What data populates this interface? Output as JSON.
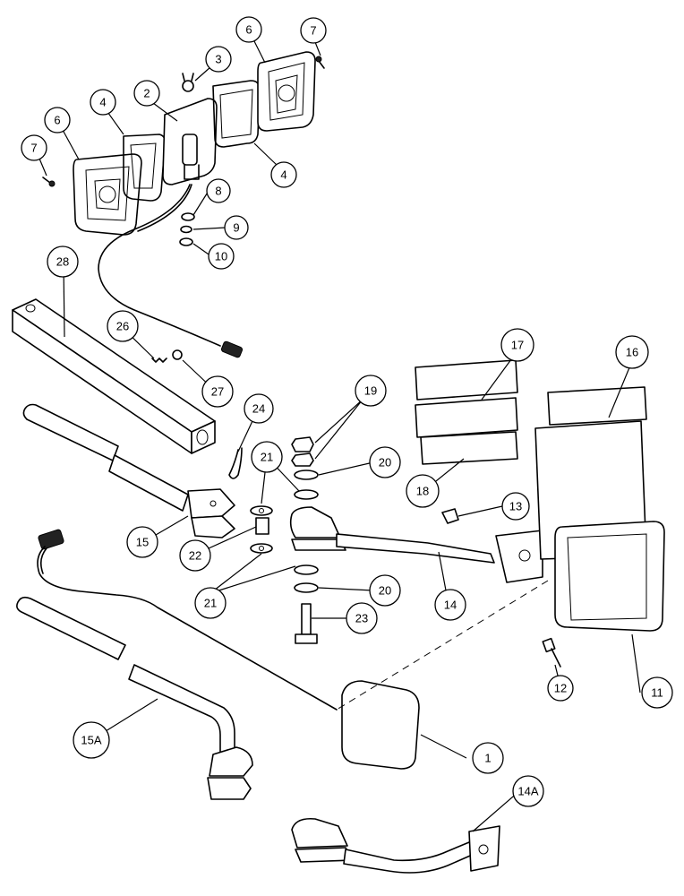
{
  "callouts": [
    {
      "id": "1",
      "label": "1"
    },
    {
      "id": "2",
      "label": "2"
    },
    {
      "id": "3",
      "label": "3"
    },
    {
      "id": "4a",
      "label": "4"
    },
    {
      "id": "4b",
      "label": "4"
    },
    {
      "id": "6a",
      "label": "6"
    },
    {
      "id": "6b",
      "label": "6"
    },
    {
      "id": "7a",
      "label": "7"
    },
    {
      "id": "7b",
      "label": "7"
    },
    {
      "id": "8",
      "label": "8"
    },
    {
      "id": "9",
      "label": "9"
    },
    {
      "id": "10",
      "label": "10"
    },
    {
      "id": "11",
      "label": "11"
    },
    {
      "id": "12",
      "label": "12"
    },
    {
      "id": "13",
      "label": "13"
    },
    {
      "id": "14",
      "label": "14"
    },
    {
      "id": "14A",
      "label": "14A"
    },
    {
      "id": "15",
      "label": "15"
    },
    {
      "id": "15A",
      "label": "15A"
    },
    {
      "id": "16",
      "label": "16"
    },
    {
      "id": "17",
      "label": "17"
    },
    {
      "id": "18",
      "label": "18"
    },
    {
      "id": "19",
      "label": "19"
    },
    {
      "id": "20a",
      "label": "20"
    },
    {
      "id": "20b",
      "label": "20"
    },
    {
      "id": "21a",
      "label": "21"
    },
    {
      "id": "21b",
      "label": "21"
    },
    {
      "id": "22",
      "label": "22"
    },
    {
      "id": "23",
      "label": "23"
    },
    {
      "id": "24",
      "label": "24"
    },
    {
      "id": "26",
      "label": "26"
    },
    {
      "id": "27",
      "label": "27"
    },
    {
      "id": "28",
      "label": "28"
    }
  ]
}
